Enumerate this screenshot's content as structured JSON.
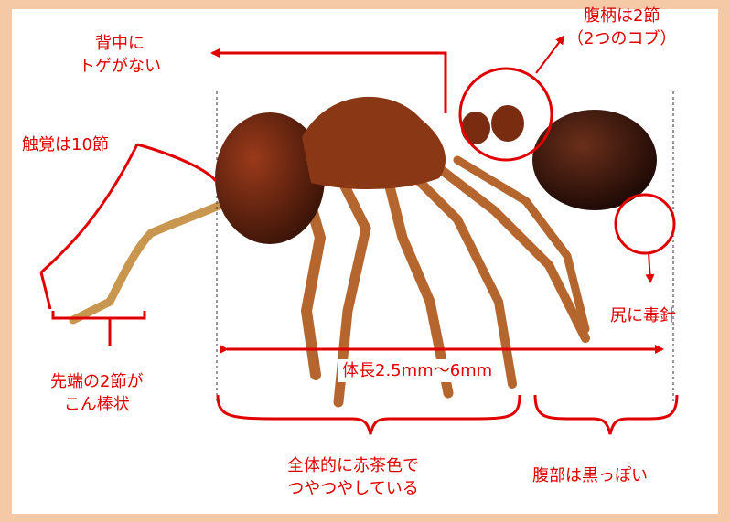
{
  "labels": {
    "back": [
      "背中に",
      "トゲがない"
    ],
    "petiole": [
      "腹柄は2節",
      "（2つのコブ）"
    ],
    "antenna": "触覚は10節",
    "tip": [
      "先端の2節が",
      "こん棒状"
    ],
    "sting": "尻に毒針",
    "length": "体長2.5mm〜6mm",
    "body": [
      "全体的に赤茶色で",
      "つやつやしている"
    ],
    "abdomen": "腹部は黒っぽい"
  },
  "colors": {
    "accent": "#e00000",
    "background": "#f6c9a6",
    "panel": "#ffffff"
  }
}
